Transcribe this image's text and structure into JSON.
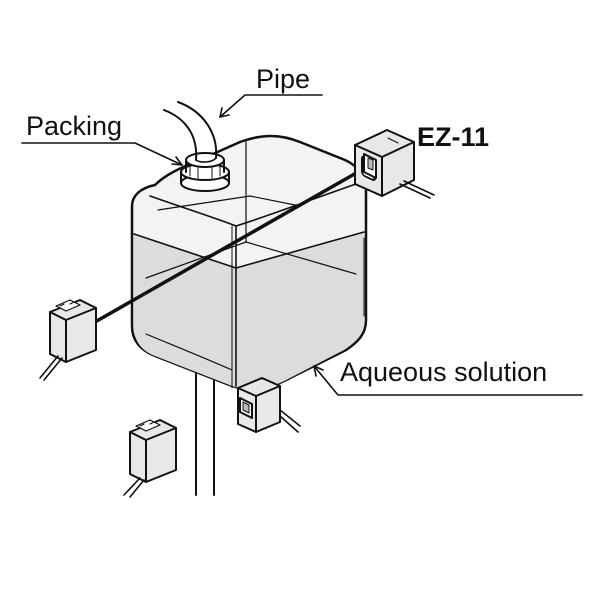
{
  "labels": {
    "pipe": "Pipe",
    "packing": "Packing",
    "sensor_model": "EZ-11",
    "aqueous_solution": "Aqueous solution"
  },
  "colors": {
    "line": "#111111",
    "container_fill": "#f0f0f0",
    "liquid_fill": "#d8d8d8",
    "sensor_fill": "#e6e6e6",
    "background": "#ffffff"
  }
}
